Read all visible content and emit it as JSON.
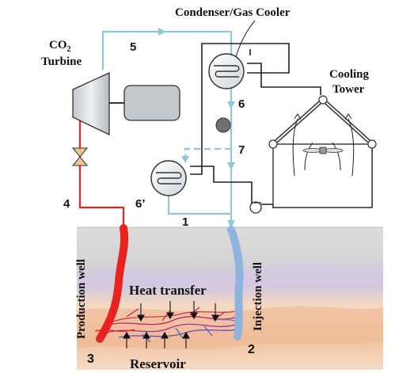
{
  "labels": {
    "condenser": "Condenser/Gas Cooler",
    "co2": "CO",
    "co2_sub": "2",
    "turbine": "Turbine",
    "cooling": "Cooling",
    "tower": "Tower",
    "production_well": "Production well",
    "injection_well": "Injection well",
    "heat_transfer": "Heat transfer",
    "reservoir": "Reservoir"
  },
  "state_points": {
    "p1": "1",
    "p2": "2",
    "p3": "3",
    "p4": "4",
    "p5": "5",
    "p6": "6",
    "p6prime": "6’",
    "p7": "7"
  },
  "colors": {
    "hot_line": "#e8231d",
    "cold_line": "#8ec6db",
    "well_cold": "#8fb3dd",
    "well_hot": "#e8231d",
    "reservoir_top": "#d6d6d6",
    "reservoir_band": "#c9bfd8",
    "reservoir_sand": "#f2c7a6",
    "equipment_fill": "#d9dde2",
    "frame": "#222222"
  },
  "icons": {
    "turbine": "turbine-icon",
    "generator": "generator-icon",
    "valve": "valve-icon",
    "condenser": "heat-exchanger-icon",
    "pump": "pump-icon",
    "fan": "fan-icon"
  }
}
